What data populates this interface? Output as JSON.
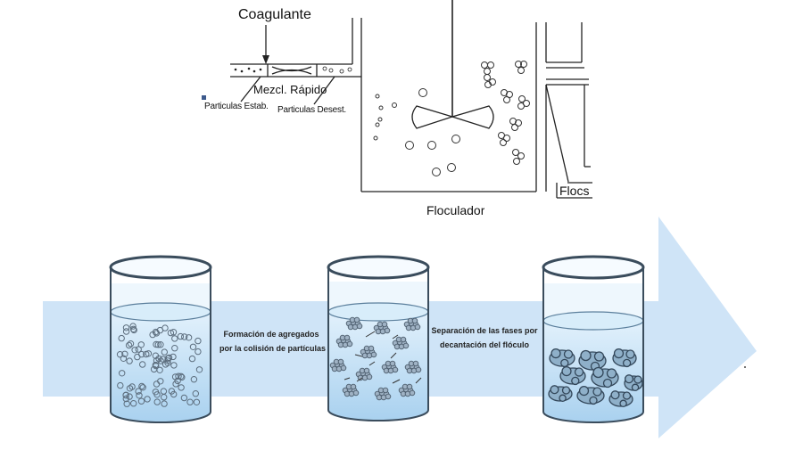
{
  "top_diagram": {
    "coagulante": "Coagulante",
    "mezcla_rapido": "Mezcl. Rápido",
    "particulas_estab": "Particulas Estab.",
    "particulas_desest": "Particulas Desest.",
    "flocs": "Flocs",
    "floculador": "Floculador"
  },
  "process": {
    "step1": [
      "Formación de agregados",
      "por la colisión de partículas"
    ],
    "step2": [
      "Separación de las fases por",
      "decantación del flóculo"
    ]
  },
  "colors": {
    "arrow": "#cfe4f7",
    "water_top": "#dff0fb",
    "water_bottom": "#a7d0ee",
    "glass_rim": "#3a4c5c",
    "particle": "#5d6e7e"
  }
}
